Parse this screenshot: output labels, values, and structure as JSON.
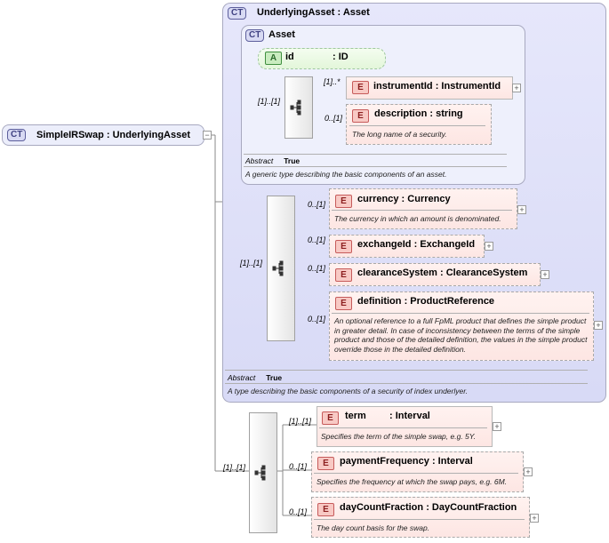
{
  "root": {
    "badge": "CT",
    "name": "SimpleIRSwap",
    "type": "UnderlyingAsset"
  },
  "underlying_asset": {
    "badge": "CT",
    "name": "UnderlyingAsset",
    "type": "Asset",
    "abstract_label": "Abstract",
    "abstract_value": "True",
    "doc": "A type describing the basic components of a security of index underlyer."
  },
  "asset": {
    "badge": "CT",
    "name": "Asset",
    "abstract_label": "Abstract",
    "abstract_value": "True",
    "doc": "A generic type describing the basic components of an asset.",
    "attribute": {
      "badge": "A",
      "name": "id",
      "type": "ID"
    },
    "sequence_card": "[1]..[1]",
    "elements": [
      {
        "badge": "E",
        "name": "instrumentId",
        "type": "InstrumentId",
        "card": "[1]..*",
        "doc": ""
      },
      {
        "badge": "E",
        "name": "description",
        "type": "string",
        "card": "0..[1]",
        "doc": "The long name of a security."
      }
    ]
  },
  "underlying_seq": {
    "card": "[1]..[1]",
    "elements": [
      {
        "badge": "E",
        "name": "currency",
        "type": "Currency",
        "card": "0..[1]",
        "doc": "The currency in which an amount is denominated."
      },
      {
        "badge": "E",
        "name": "exchangeId",
        "type": "ExchangeId",
        "card": "0..[1]",
        "doc": ""
      },
      {
        "badge": "E",
        "name": "clearanceSystem",
        "type": "ClearanceSystem",
        "card": "0..[1]",
        "doc": ""
      },
      {
        "badge": "E",
        "name": "definition",
        "type": "ProductReference",
        "card": "0..[1]",
        "doc": "An optional reference to a full FpML product that defines the simple product in greater detail. In case of inconsistency between the terms of the simple product and those of the detailed definition, the values in the simple product override those in the detailed definition."
      }
    ]
  },
  "swap_seq": {
    "card": "[1]..[1]",
    "elements": [
      {
        "badge": "E",
        "name": "term",
        "type": "Interval",
        "card": "[1]..[1]",
        "doc": "Specifies the term of the simple swap, e.g. 5Y."
      },
      {
        "badge": "E",
        "name": "paymentFrequency",
        "type": "Interval",
        "card": "0..[1]",
        "doc": "Specifies the frequency at which the swap pays, e.g. 6M."
      },
      {
        "badge": "E",
        "name": "dayCountFraction",
        "type": "DayCountFraction",
        "card": "0..[1]",
        "doc": "The day count basis for the swap."
      }
    ]
  },
  "symbols": {
    "expand": "+",
    "collapse": "−",
    "colon": ":"
  }
}
